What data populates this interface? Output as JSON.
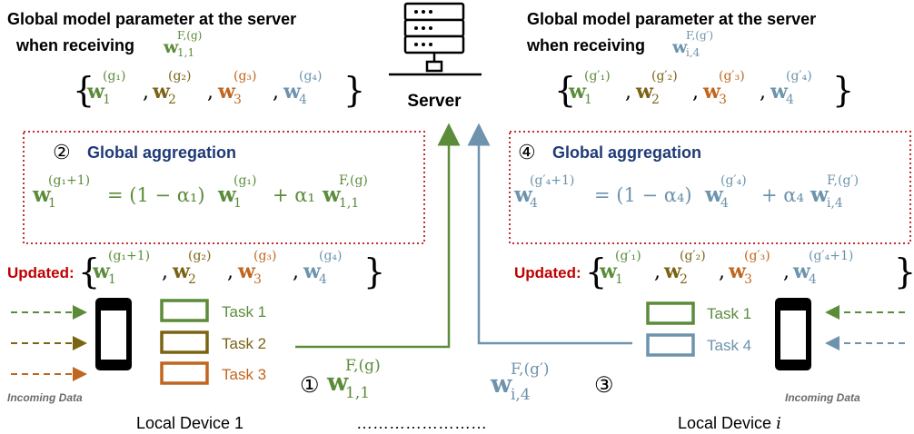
{
  "colors": {
    "green": "#5b8c3a",
    "olive": "#7a6414",
    "orange": "#c0661e",
    "steel": "#6d93ad",
    "red": "#c00000",
    "navy": "#1f3a78",
    "dotted_border": "#c03030"
  },
  "server": {
    "label": "Server",
    "icon": "server-icon"
  },
  "left_panel": {
    "title_line1": "Global model parameter at the server",
    "title_line2": "when receiving",
    "received_w": "w",
    "received_sub": "1,1",
    "received_sup": "F,(g)",
    "param_set": [
      {
        "w": "w",
        "sub": "1",
        "sup": "(g₁)"
      },
      {
        "w": "w",
        "sub": "2",
        "sup": "(g₂)"
      },
      {
        "w": "w",
        "sub": "3",
        "sup": "(g₃)"
      },
      {
        "w": "w",
        "sub": "4",
        "sup": "(g₄)"
      }
    ],
    "aggregation_step": "②",
    "aggregation_title": "Global aggregation",
    "formula_lhs_w": "w",
    "formula_lhs_sub": "1",
    "formula_lhs_sup": "(g₁+1)",
    "formula_mid": "= (1 − α₁)",
    "formula_mid_w": "w",
    "formula_mid_sub": "1",
    "formula_mid_sup": "(g₁)",
    "formula_plus": "+ α₁",
    "formula_end_w": "w",
    "formula_end_sub": "1,1",
    "formula_end_sup": "F,(g)",
    "updated_label": "Updated:",
    "updated_set": [
      {
        "w": "w",
        "sub": "1",
        "sup": "(g₁+1)"
      },
      {
        "w": "w",
        "sub": "2",
        "sup": "(g₂)"
      },
      {
        "w": "w",
        "sub": "3",
        "sup": "(g₃)"
      },
      {
        "w": "w",
        "sub": "4",
        "sup": "(g₄)"
      }
    ]
  },
  "right_panel": {
    "title_line1": "Global model parameter at the server",
    "title_line2": "when receiving",
    "received_w": "w",
    "received_sub": "i,4",
    "received_sup": "F,(g′)",
    "param_set": [
      {
        "w": "w",
        "sub": "1",
        "sup": "(g′₁)"
      },
      {
        "w": "w",
        "sub": "2",
        "sup": "(g′₂)"
      },
      {
        "w": "w",
        "sub": "3",
        "sup": "(g′₃)"
      },
      {
        "w": "w",
        "sub": "4",
        "sup": "(g′₄)"
      }
    ],
    "aggregation_step": "④",
    "aggregation_title": "Global aggregation",
    "formula_lhs_w": "w",
    "formula_lhs_sub": "4",
    "formula_lhs_sup": "(g′₄+1)",
    "formula_mid": "= (1 − α₄)",
    "formula_mid_w": "w",
    "formula_mid_sub": "4",
    "formula_mid_sup": "(g′₄)",
    "formula_plus": "+ α₄",
    "formula_end_w": "w",
    "formula_end_sub": "i,4",
    "formula_end_sup": "F,(g′)",
    "updated_label": "Updated:",
    "updated_set": [
      {
        "w": "w",
        "sub": "1",
        "sup": "(g′₁)"
      },
      {
        "w": "w",
        "sub": "2",
        "sup": "(g′₂)"
      },
      {
        "w": "w",
        "sub": "3",
        "sup": "(g′₃)"
      },
      {
        "w": "w",
        "sub": "4",
        "sup": "(g′₄+1)"
      }
    ]
  },
  "device1": {
    "tasks": [
      "Task 1",
      "Task 2",
      "Task 3"
    ],
    "incoming": "Incoming Data",
    "label": "Local Device 1",
    "upload_step": "①",
    "upload_w": "w",
    "upload_sub": "1,1",
    "upload_sup": "F,(g)"
  },
  "device_i": {
    "tasks": [
      "Task 1",
      "Task 4"
    ],
    "incoming": "Incoming Data",
    "label_text": "Local Device ",
    "label_var": "i",
    "upload_step": "③",
    "upload_w": "w",
    "upload_sub": "i,4",
    "upload_sup": "F,(g′)"
  },
  "ellipsis": "……………………"
}
